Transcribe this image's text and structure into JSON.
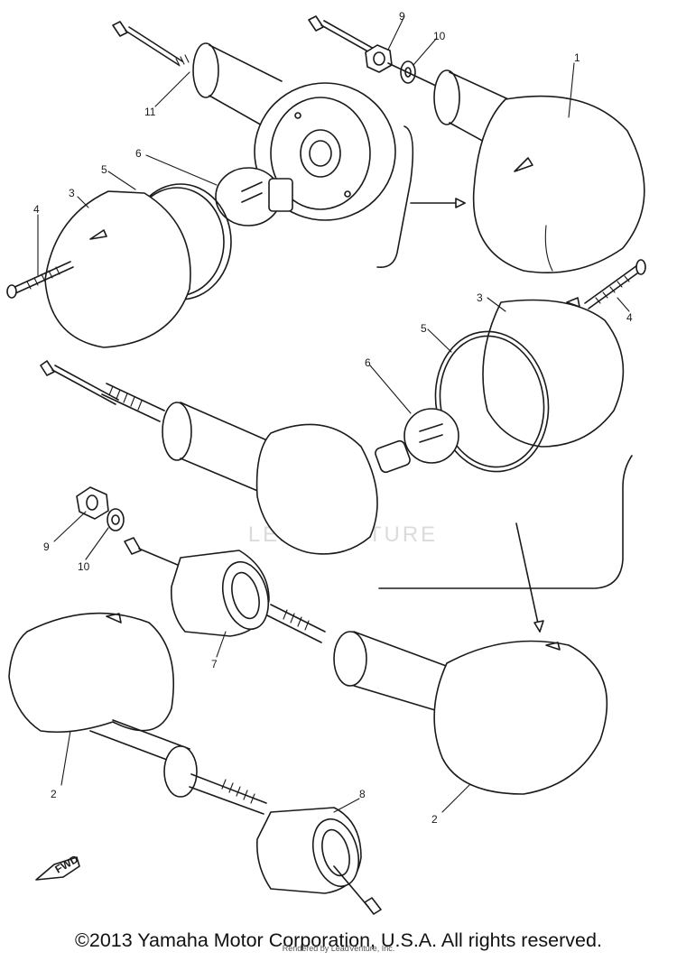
{
  "callouts": [
    {
      "id": "c1",
      "label": "1"
    },
    {
      "id": "c2a",
      "label": "2"
    },
    {
      "id": "c2b",
      "label": "2"
    },
    {
      "id": "c3a",
      "label": "3"
    },
    {
      "id": "c3b",
      "label": "3"
    },
    {
      "id": "c4a",
      "label": "4"
    },
    {
      "id": "c4b",
      "label": "4"
    },
    {
      "id": "c5a",
      "label": "5"
    },
    {
      "id": "c5b",
      "label": "5"
    },
    {
      "id": "c6a",
      "label": "6"
    },
    {
      "id": "c6b",
      "label": "6"
    },
    {
      "id": "c7",
      "label": "7"
    },
    {
      "id": "c8",
      "label": "8"
    },
    {
      "id": "c9a",
      "label": "9"
    },
    {
      "id": "c9b",
      "label": "9"
    },
    {
      "id": "c10a",
      "label": "10"
    },
    {
      "id": "c10b",
      "label": "10"
    },
    {
      "id": "c11",
      "label": "11"
    }
  ],
  "fwd_label": "FWD",
  "watermark": "LEADVENTURE",
  "copyright": "©2013 Yamaha Motor Corporation, U.S.A. All rights reserved.",
  "credit": "Rendered by LeadVenture, Inc."
}
